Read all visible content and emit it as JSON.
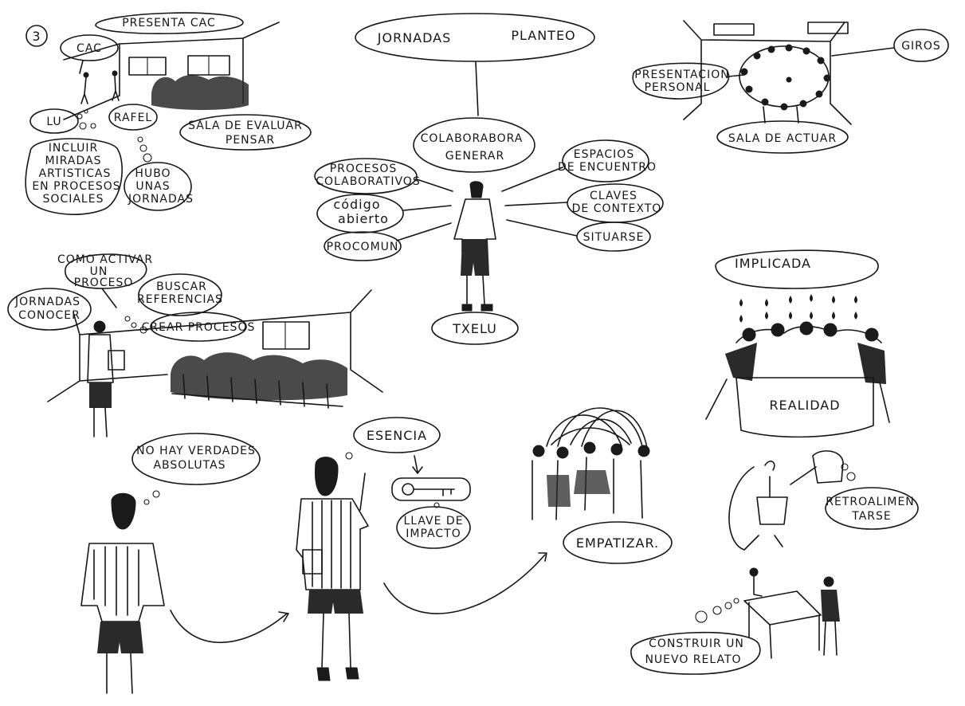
{
  "labels": {
    "number": "3",
    "presenta_cac": "PRESENTA CAC",
    "cac": "CAC",
    "lu": "LU",
    "rafel": "RAFEL",
    "sala_evaluar": [
      "SALA DE EVALUAR",
      "PENSAR"
    ],
    "incluir": [
      "INCLUIR",
      "MIRADAS",
      "ARTISTICAS",
      "EN PROCESOS",
      "SOCIALES"
    ],
    "hubo": [
      "HUBO",
      "UNAS",
      "JORNADAS"
    ],
    "jornadas_planteo": [
      "JORNADAS",
      "PLANTEO"
    ],
    "colabora": [
      "COLABORABORA",
      "GENERAR"
    ],
    "procesos_colab": [
      "PROCESOS",
      "COLABORATIVOS"
    ],
    "espacios": [
      "ESPACIOS",
      "DE ENCUENTRO"
    ],
    "codigo": [
      "código",
      "abierto"
    ],
    "claves": [
      "CLAVES",
      "DE CONTEXTO"
    ],
    "procomun": "PROCOMUN",
    "situarse": "SITUARSE",
    "txelu": "TXELU",
    "giros": "GIROS",
    "presentacion": [
      "PRESENTACION",
      "PERSONAL"
    ],
    "sala_actuar": "SALA DE ACTUAR",
    "como_activar": [
      "COMO ACTIVAR",
      "UN",
      "PROCESO"
    ],
    "jornadas_conocer": [
      "JORNADAS",
      "CONOCER"
    ],
    "buscar": [
      "BUSCAR",
      "REFERENCIAS"
    ],
    "crear": "CREAR PROCESOS",
    "implicada": "IMPLICADA",
    "realidad": "REALIDAD",
    "no_hay": [
      "NO HAY VERDADES",
      "ABSOLUTAS"
    ],
    "esencia": "ESENCIA",
    "llave": [
      "LLAVE DE",
      "IMPACTO"
    ],
    "empatizar": "EMPATIZAR.",
    "retro": [
      "RETROALIMEN",
      "TARSE"
    ],
    "construir": [
      "CONSTRUIR UN",
      "NUEVO RELATO"
    ]
  }
}
